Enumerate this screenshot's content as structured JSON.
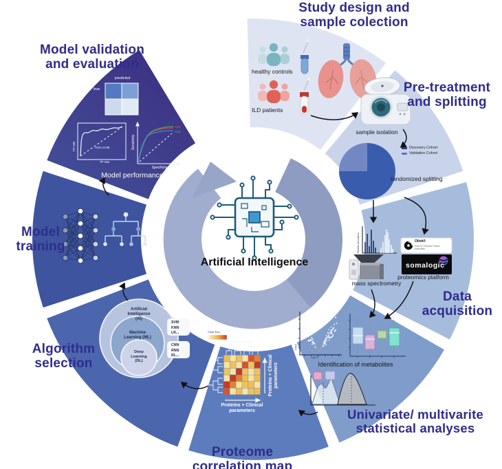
{
  "figure": {
    "center_label": "Artificial Intelligence"
  },
  "titles": {
    "study_design": "Study design and\nsample colection",
    "pre_treatment": "Pre-treatment\nand splitting",
    "data_acquisition": "Data\nacquisition",
    "univariate": "Univariate/ multivarite\nstatistical analyses",
    "proteome": "Proteome\ncorrelation map",
    "algorithm": "Algorithm\nselection",
    "training": "Model\ntraining",
    "validation": "Model validation\nand evaluation"
  },
  "study_design": {
    "healthy_label": "healthy controls",
    "ild_label": "ILD patients"
  },
  "pre_treatment": {
    "sample_isolation": "sample isolation",
    "randomized_splitting": "randomized splitting",
    "legend": [
      {
        "label": "Discovery Cohort",
        "color": "#27397b"
      },
      {
        "label": "Validation Cohort",
        "color": "#5d76ba"
      }
    ]
  },
  "data_acquisition": {
    "mass_spec": "mass spectrometry",
    "platform": "proteomics platform",
    "somalogic": "somalogic",
    "olink_line1": "Olink®",
    "olink_line2": "Part of Thermo Fisher Scientific",
    "spectrum_ylabel": "Relative abundance",
    "spectrum_xlabel": "m/z"
  },
  "univariate": {
    "identification": "Identification of metabolites",
    "volcano_xlabel": "Log FC",
    "volcano_ylabel": "-Log p"
  },
  "proteome": {
    "axis_label_h": "Proteins + Clinical\nparameters",
    "axis_label_v": "Proteins + Clinical\nparameters",
    "color_key": "Color Key",
    "heatmap_colors": [
      [
        "#f0be50",
        "#f6e3a2",
        "#efc25c",
        "#f6e3a2",
        "#d9542e",
        "#e4822f"
      ],
      [
        "#f6e3a2",
        "#efc25c",
        "#f6e3a2",
        "#d9542e",
        "#efc25c",
        "#c43b22"
      ],
      [
        "#efc25c",
        "#f6e3a2",
        "#c43b22",
        "#efc25c",
        "#f6e3a2",
        "#efc25c"
      ],
      [
        "#f6e3a2",
        "#c43b22",
        "#e4822f",
        "#f0be50",
        "#f6e3a2",
        "#f0be50"
      ],
      [
        "#c43b22",
        "#e4822f",
        "#f6e3a2",
        "#efc25c",
        "#f0be50",
        "#f6e3a2"
      ],
      [
        "#d9542e",
        "#f6e3a2",
        "#f0be50",
        "#f6e3a2",
        "#efc25c",
        "#f0be50"
      ]
    ]
  },
  "algorithm": {
    "ai": "Artificial\nIntelligence\n(AI)",
    "ml": "Machine\nLearning (ML)",
    "dl": "Deep\nLearning\n(DL)",
    "pill1": "SVM\nKNN\nLR...",
    "pill2": "CNN\nRNN\nRL..."
  },
  "validation": {
    "predicted": "predicted",
    "true_label": "true",
    "auc": "AUC=0.95",
    "fp_rate": "FP rate",
    "tp_rate": "TP rate",
    "sensitivity": "Sensitivity",
    "specificity": "Specificity",
    "auc_red": "AUC",
    "auc_green": "AUC",
    "model_performance": "Model performance"
  },
  "colors": {
    "segment_study": "#dfe4f3",
    "segment_pre": "#c9d4eb",
    "segment_data": "#a6bcdc",
    "segment_uni": "#7f9cca",
    "segment_proteome": "#5c7cbd",
    "segment_algo": "#4c66ae",
    "segment_training": "#3e549f",
    "segment_validation_from": "#44519b",
    "segment_validation_to": "#3b2f80",
    "title_color": "#2f2c8c",
    "cycle_arrow": "#8e9cc2"
  }
}
